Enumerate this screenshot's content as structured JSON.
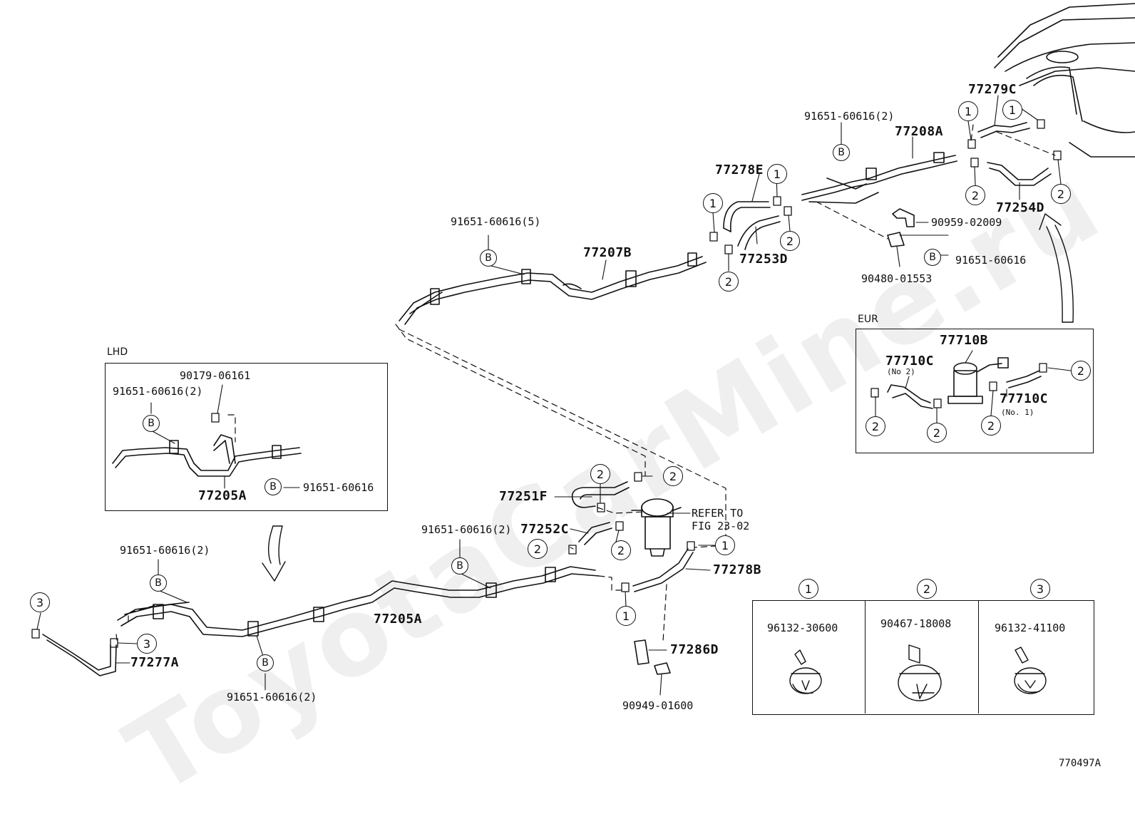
{
  "watermark": "ToyotaCarMine.ru",
  "figure_id": "770497A",
  "section_labels": {
    "lhd": "LHD",
    "eur": "EUR"
  },
  "refer_note": {
    "line1": "REFER TO",
    "line2": "FIG 23-02"
  },
  "callout_markers": {
    "one": "1",
    "two": "2",
    "three": "3",
    "b": "B"
  },
  "parts": {
    "p77205A_main": "77205A",
    "p77205A_lhd": "77205A",
    "p77207B": "77207B",
    "p77208A": "77208A",
    "p77278E": "77278E",
    "p77253D": "77253D",
    "p77279C": "77279C",
    "p77254D": "77254D",
    "p77251F": "77251F",
    "p77252C": "77252C",
    "p77278B": "77278B",
    "p77286D": "77286D",
    "p77277A": "77277A",
    "p77710B": "77710B",
    "p77710C_no2": "77710C",
    "p77710C_no2_sub": "(No 2)",
    "p77710C_no1": "77710C",
    "p77710C_no1_sub": "(No. 1)",
    "c91651_2_top": "91651-60616(2)",
    "c91651_5": "91651-60616(5)",
    "c91651_right": "91651-60616",
    "c90959": "90959-02009",
    "c90480": "90480-01553",
    "c90179": "90179-06161",
    "c91651_2_lhd": "91651-60616(2)",
    "c91651_lhd": "91651-60616",
    "c91651_2_mid": "91651-60616(2)",
    "c91651_2_left": "91651-60616(2)",
    "c91651_2_bottom": "91651-60616(2)",
    "c90949": "90949-01600"
  },
  "clip_legend": [
    {
      "marker": "1",
      "part": "96132-30600"
    },
    {
      "marker": "2",
      "part": "90467-18008"
    },
    {
      "marker": "3",
      "part": "96132-41100"
    }
  ]
}
